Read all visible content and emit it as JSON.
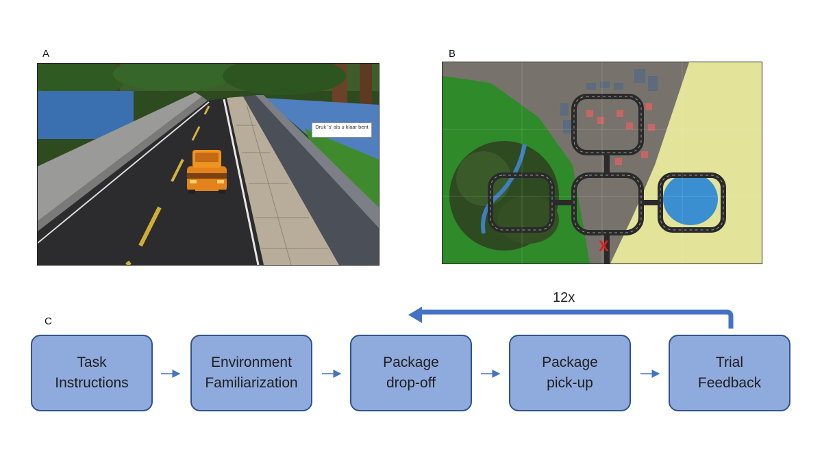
{
  "panels": {
    "a_label": "A",
    "b_label": "B",
    "c_label": "C"
  },
  "scene_a": {
    "hud_prompt": "Druk 's' als u klaar bent"
  },
  "scene_b": {
    "target_marker": "X"
  },
  "flow": {
    "steps": [
      {
        "label": "Task\nInstructions"
      },
      {
        "label": "Environment\nFamiliarization"
      },
      {
        "label": "Package\ndrop-off"
      },
      {
        "label": "Package\npick-up"
      },
      {
        "label": "Trial\nFeedback"
      }
    ],
    "repeat_label": "12x",
    "colors": {
      "box_fill": "#8faadc",
      "box_border": "#2f528f",
      "arrow": "#4472c4"
    }
  }
}
